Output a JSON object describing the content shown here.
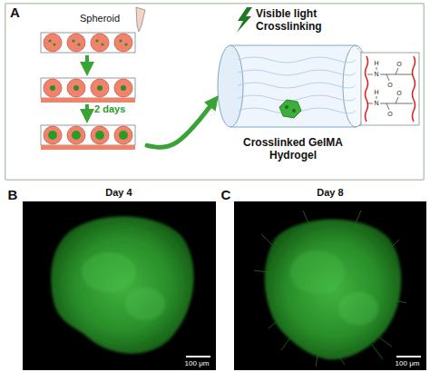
{
  "diagram": {
    "nodes": [
      {
        "text": [
          "A"
        ]
      },
      {
        "text": [
          "Spheroid",
          "2 days"
        ],
        "in": 0
      },
      {
        "text": [
          "Visible light Crosslinking",
          "Crosslinked GelMA Hydrogel"
        ],
        "in": 0
      },
      {
        "text": [
          "Day 4",
          "100 μm"
        ]
      },
      {
        "text": [
          "Day 8",
          "100 μm"
        ]
      }
    ],
    "edges": [
      {
        "from": 1,
        "to": 2,
        "arrow": "to"
      }
    ],
    "labels": [
      "B",
      "C",
      "H",
      "N",
      "O",
      "O",
      "H",
      "N",
      "O",
      "O"
    ]
  }
}
